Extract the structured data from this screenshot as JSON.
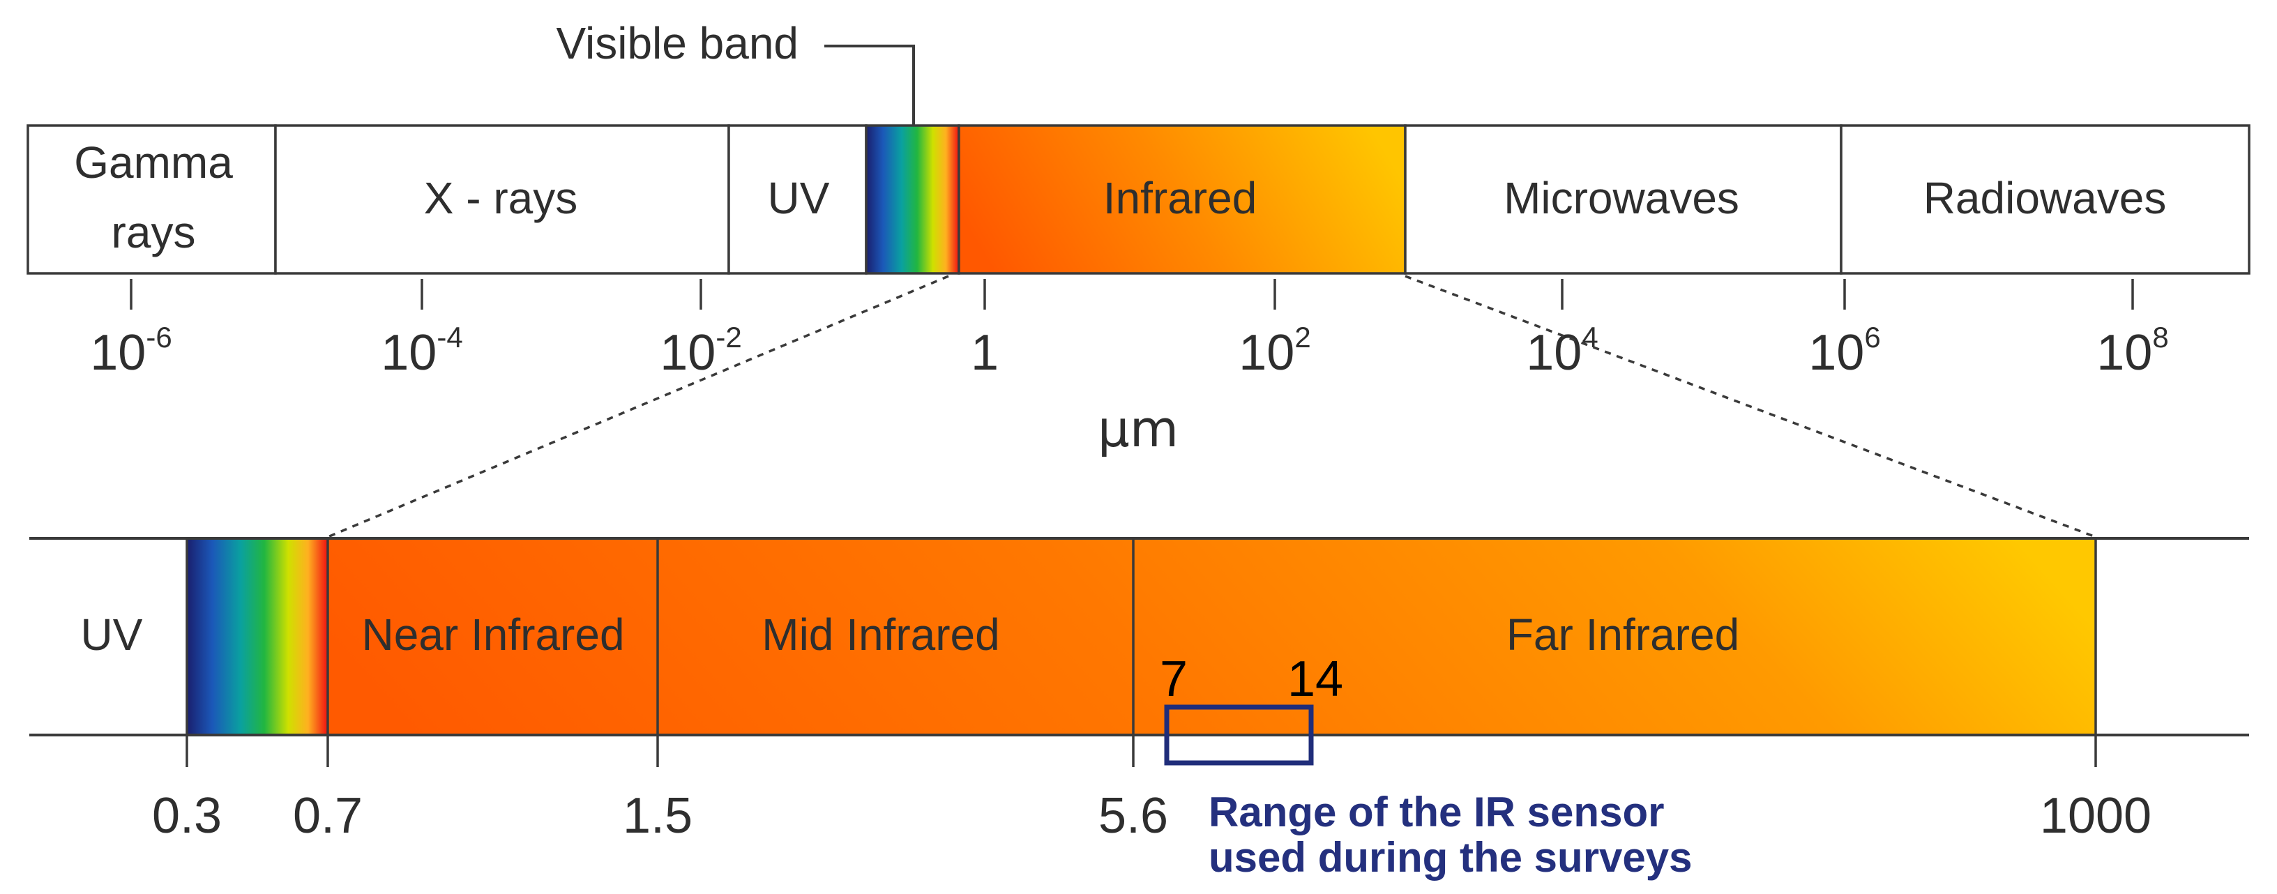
{
  "visible_band_label": "Visible band",
  "top_bands": [
    {
      "line1": "Gamma",
      "line2": "rays"
    },
    {
      "line1": "X - rays"
    },
    {
      "line1": "UV"
    },
    {
      "line1": ""
    },
    {
      "line1": "Infrared"
    },
    {
      "line1": "Microwaves"
    },
    {
      "line1": "Radiowaves"
    }
  ],
  "top_ticks": [
    {
      "base": "10",
      "exp": "-6"
    },
    {
      "base": "10",
      "exp": "-4"
    },
    {
      "base": "10",
      "exp": "-2"
    },
    {
      "base": "1",
      "exp": ""
    },
    {
      "base": "10",
      "exp": "2"
    },
    {
      "base": "10",
      "exp": "4"
    },
    {
      "base": "10",
      "exp": "6"
    },
    {
      "base": "10",
      "exp": "8"
    }
  ],
  "unit_label": "µm",
  "bottom_bands": [
    {
      "label": "UV"
    },
    {
      "label": ""
    },
    {
      "label": "Near Infrared"
    },
    {
      "label": "Mid Infrared"
    },
    {
      "label": "Far Infrared"
    }
  ],
  "bottom_ticks": [
    "0.3",
    "0.7",
    "1.5",
    "5.6",
    "1000"
  ],
  "sensor": {
    "start": "7",
    "end": "14",
    "caption_line1": "Range of the IR sensor",
    "caption_line2": "used during the surveys"
  },
  "colors": {
    "border": "#3a3a3a",
    "sensor_box": "#1f2d7a",
    "sensor_text": "#24307e",
    "infrared_start": "#ff5a00",
    "infrared_end": "#ffc800"
  }
}
